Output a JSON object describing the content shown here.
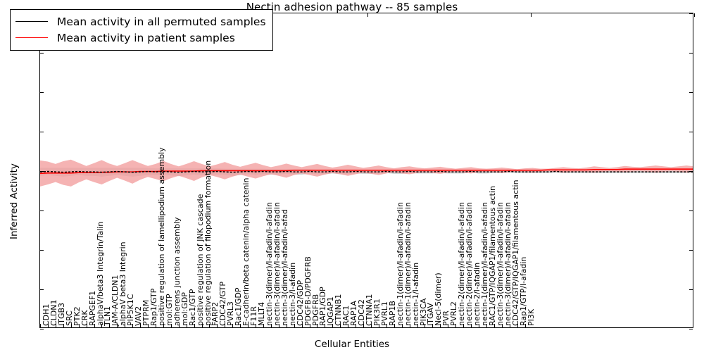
{
  "chart_data": {
    "type": "line",
    "title": "Nectin adhesion pathway -- 85 samples",
    "xlabel": "Cellular Entities",
    "ylabel": "Inferred Activity",
    "ylim": [
      -4,
      4
    ],
    "yticks": [
      -4,
      -3,
      -2,
      -1,
      0,
      1,
      2,
      3,
      4
    ],
    "grid": false,
    "legend_position": "upper-left",
    "series": [
      {
        "name": "Mean activity in all permuted samples",
        "color": "#000000",
        "style": "dashed-with-band",
        "band_color": "#c8c8c8",
        "values": [
          -0.02,
          -0.01,
          -0.02,
          -0.03,
          -0.02,
          -0.01,
          -0.02,
          -0.02,
          -0.03,
          -0.02,
          -0.01,
          -0.02,
          -0.03,
          -0.02,
          -0.01,
          -0.02,
          -0.01,
          -0.02,
          -0.03,
          -0.02,
          -0.01,
          -0.02,
          -0.02,
          -0.01,
          -0.02,
          -0.03,
          -0.02,
          -0.01,
          -0.02,
          -0.01,
          -0.02,
          -0.02,
          -0.01,
          -0.02,
          -0.02,
          -0.01,
          -0.02,
          -0.02,
          -0.01,
          -0.02,
          -0.02,
          -0.01,
          -0.02,
          -0.02,
          -0.02,
          -0.01,
          -0.02,
          -0.02,
          -0.01,
          -0.02,
          -0.02,
          -0.02,
          -0.01,
          -0.02,
          -0.02,
          -0.02,
          -0.01,
          -0.02,
          -0.02,
          -0.02,
          -0.02,
          -0.01,
          -0.02,
          -0.02,
          -0.02,
          -0.02,
          -0.02,
          -0.01,
          -0.02,
          -0.02,
          -0.02,
          -0.02,
          -0.02,
          -0.02,
          -0.02,
          -0.02,
          -0.02,
          -0.02,
          -0.02,
          -0.02,
          -0.02,
          -0.02,
          -0.02,
          -0.02,
          -0.02,
          -0.02
        ],
        "band_halfwidth": [
          0.1,
          0.09,
          0.1,
          0.11,
          0.1,
          0.09,
          0.1,
          0.1,
          0.11,
          0.1,
          0.09,
          0.1,
          0.11,
          0.1,
          0.09,
          0.09,
          0.08,
          0.09,
          0.1,
          0.09,
          0.08,
          0.09,
          0.09,
          0.08,
          0.08,
          0.09,
          0.08,
          0.07,
          0.08,
          0.07,
          0.07,
          0.07,
          0.06,
          0.07,
          0.07,
          0.06,
          0.06,
          0.06,
          0.05,
          0.06,
          0.06,
          0.05,
          0.05,
          0.05,
          0.05,
          0.04,
          0.05,
          0.05,
          0.04,
          0.04,
          0.04,
          0.04,
          0.04,
          0.04,
          0.04,
          0.04,
          0.03,
          0.04,
          0.04,
          0.03,
          0.03,
          0.03,
          0.03,
          0.03,
          0.03,
          0.03,
          0.03,
          0.03,
          0.03,
          0.03,
          0.03,
          0.03,
          0.03,
          0.03,
          0.03,
          0.03,
          0.03,
          0.03,
          0.03,
          0.03,
          0.03,
          0.03,
          0.03,
          0.03,
          0.03,
          0.03
        ]
      },
      {
        "name": "Mean activity in patient samples",
        "color": "#ff0000",
        "style": "solid-with-band",
        "band_color": "#f2a0a0",
        "values": [
          -0.06,
          -0.05,
          -0.05,
          -0.05,
          -0.05,
          -0.04,
          -0.04,
          -0.04,
          -0.03,
          -0.03,
          -0.02,
          -0.02,
          -0.02,
          -0.01,
          -0.01,
          -0.01,
          0.0,
          0.0,
          0.0,
          0.0,
          0.0,
          0.01,
          0.01,
          0.01,
          0.01,
          0.01,
          0.01,
          0.01,
          0.01,
          0.01,
          0.01,
          0.01,
          0.01,
          0.02,
          0.02,
          0.02,
          0.02,
          0.02,
          0.02,
          0.02,
          0.02,
          0.02,
          0.02,
          0.02,
          0.02,
          0.02,
          0.02,
          0.02,
          0.02,
          0.02,
          0.02,
          0.02,
          0.02,
          0.02,
          0.02,
          0.02,
          0.02,
          0.02,
          0.02,
          0.02,
          0.02,
          0.02,
          0.02,
          0.02,
          0.02,
          0.02,
          0.03,
          0.03,
          0.03,
          0.03,
          0.03,
          0.03,
          0.04,
          0.04,
          0.04,
          0.04,
          0.05,
          0.05,
          0.05,
          0.05,
          0.05,
          0.05,
          0.05,
          0.05,
          0.05,
          0.05
        ],
        "band_halfwidth": [
          0.33,
          0.29,
          0.23,
          0.3,
          0.34,
          0.25,
          0.17,
          0.24,
          0.31,
          0.22,
          0.15,
          0.22,
          0.3,
          0.21,
          0.14,
          0.19,
          0.26,
          0.18,
          0.12,
          0.18,
          0.25,
          0.17,
          0.11,
          0.16,
          0.22,
          0.15,
          0.1,
          0.15,
          0.2,
          0.14,
          0.09,
          0.13,
          0.18,
          0.12,
          0.08,
          0.12,
          0.16,
          0.11,
          0.07,
          0.1,
          0.14,
          0.1,
          0.06,
          0.09,
          0.12,
          0.08,
          0.05,
          0.08,
          0.1,
          0.07,
          0.05,
          0.07,
          0.09,
          0.06,
          0.04,
          0.06,
          0.08,
          0.05,
          0.04,
          0.05,
          0.07,
          0.05,
          0.03,
          0.05,
          0.06,
          0.04,
          0.03,
          0.05,
          0.07,
          0.05,
          0.04,
          0.06,
          0.08,
          0.06,
          0.04,
          0.06,
          0.08,
          0.06,
          0.05,
          0.07,
          0.09,
          0.07,
          0.05,
          0.07,
          0.09,
          0.07
        ]
      }
    ],
    "categories": [
      "CDH1",
      "CLDN1",
      "ITGB3",
      "SRC",
      "PTK2",
      "CRK",
      "RAPGEF1",
      "alphaV/beta3 Integrin/Talin",
      "TLN1",
      "JAM-A/CLDN1",
      "alphaV beta3 Integrin",
      "PIP5K1C",
      "VAV2",
      "PTPRM",
      "Rap1/GTP",
      "positive regulation of lamellipodium assembly",
      "mol:GTP",
      "adherens junction assembly",
      "mol:GDP",
      "Rac1/GTP",
      "positive regulation of JNK cascade",
      "positive regulation of filopodium formation",
      "FARP2",
      "CDC42/GTP",
      "PVRL3",
      "Rac1/GDP",
      "E-cadherin/beta catenin/alpha catenin",
      "F11R",
      "MLLT4",
      "nectin-3(dimer)/l-afadin/l-afadin",
      "nectin-3(dimer)/l-afadin/l-afadin",
      "nectin-3(dimer)/l-afadin/l-afad",
      "nectin-3/l-afadin",
      "CDC42/GDP",
      "PDGFB-D/PDGFRB",
      "PDGFRB",
      "RAP1/GDP",
      "IQGAP1",
      "CTNNB1",
      "RAC1",
      "RAP1A",
      "CDC42",
      "CTNNA1",
      "PIK3R1",
      "PVRL1",
      "RAP1B",
      "nectin-1(dimer)/l-afadin/l-afadin",
      "nectin-1(dimer)/l-afadin/l-afadin",
      "nectin-1/l-afadin",
      "PIK3CA",
      "ITGAV",
      "Necl-5(dimer)",
      "PVR",
      "PVRL2",
      "nectin-2(dimer)/l-afadin/l-afadin",
      "nectin-2(dimer)/l-afadin/l-afadin",
      "nectin-2/l-afadin",
      "nectin-1(dimer)/l-afadin/l-afadin",
      "RAC1/GTP/IQGAP1/filamentous actin",
      "nectin-3(dimer)/l-afadin/l-afadin",
      "nectin-3(dimer)/l-afadin/l-afadin",
      "CDC42/GTP/IQGAP1/filamentous actin",
      "Rap1/GTP/l-afadin",
      "PI3K"
    ]
  },
  "legend": {
    "items": [
      {
        "label": "Mean activity in all permuted samples",
        "color": "#000000"
      },
      {
        "label": "Mean activity in patient samples",
        "color": "#ff0000"
      }
    ]
  }
}
